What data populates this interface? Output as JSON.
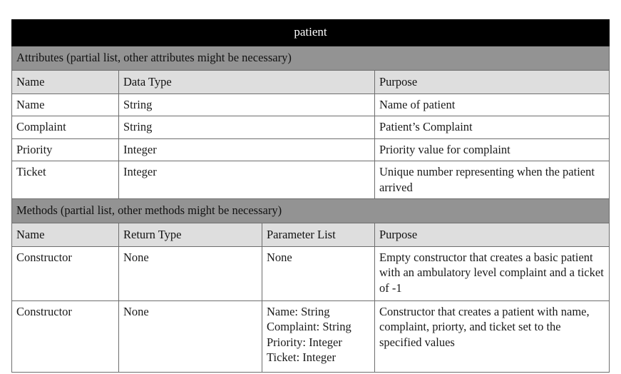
{
  "document": {
    "class_title": "patient"
  },
  "attributes_section": {
    "band_label": "Attributes (partial list, other attributes might be necessary)",
    "columns": {
      "name": "Name",
      "data_type": "Data Type",
      "purpose": "Purpose"
    },
    "rows": [
      {
        "name": "Name",
        "data_type": "String",
        "purpose": "Name of patient"
      },
      {
        "name": "Complaint",
        "data_type": "String",
        "purpose": "Patient’s Complaint"
      },
      {
        "name": "Priority",
        "data_type": "Integer",
        "purpose": "Priority value for complaint"
      },
      {
        "name": "Ticket",
        "data_type": "Integer",
        "purpose": "Unique number representing when the patient arrived"
      }
    ]
  },
  "methods_section": {
    "band_label": "Methods (partial list, other methods might be necessary)",
    "columns": {
      "name": "Name",
      "return_type": "Return Type",
      "parameter_list": "Parameter List",
      "purpose": "Purpose"
    },
    "rows": [
      {
        "name": "Constructor",
        "return_type": "None",
        "parameter_list": "None",
        "purpose": "Empty constructor that creates a basic patient with an ambulatory level complaint and a ticket of -1"
      },
      {
        "name": "Constructor",
        "return_type": "None",
        "parameter_list": "Name: String\nComplaint: String\nPriority: Integer\nTicket: Integer",
        "purpose": "Constructor that creates a patient with name, complaint, priorty, and ticket set to the specified values"
      }
    ]
  },
  "colors": {
    "title_band": "#000000",
    "title_text": "#ffffff",
    "section_band": "#939393",
    "column_header_band": "#dedede",
    "cell_background": "#ffffff",
    "border": "#6e6e6e",
    "page_background": "#ffffff"
  }
}
